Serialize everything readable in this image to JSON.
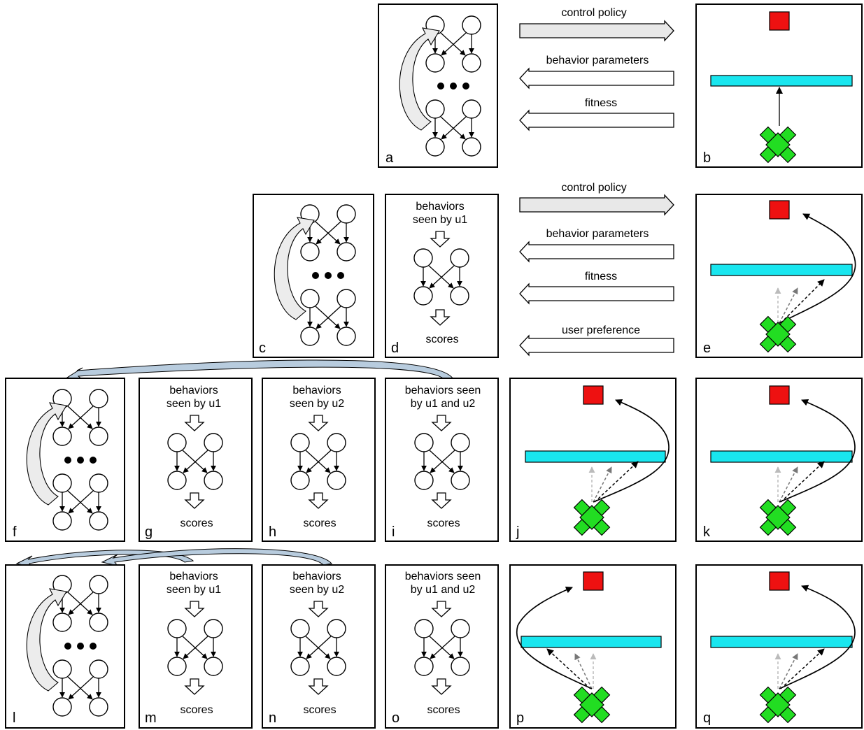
{
  "messages": {
    "control_policy": "control policy",
    "behavior_parameters": "behavior parameters",
    "fitness": "fitness",
    "user_preference": "user preference"
  },
  "eval_texts": {
    "behaviors_seen_by_u1_line1": "behaviors",
    "behaviors_seen_by_u1_line2": "seen by u1",
    "behaviors_seen_by_u2_line1": "behaviors",
    "behaviors_seen_by_u2_line2": "seen by u2",
    "behaviors_seen_both_line1": "behaviors seen",
    "behaviors_seen_both_line2": "by u1 and u2",
    "scores": "scores"
  },
  "panels": {
    "a": "a",
    "b": "b",
    "c": "c",
    "d": "d",
    "e": "e",
    "f": "f",
    "g": "g",
    "h": "h",
    "i": "i",
    "j": "j",
    "k": "k",
    "l": "l",
    "m": "m",
    "n": "n",
    "o": "o",
    "p": "p",
    "q": "q"
  },
  "colors": {
    "wall": "#19e6ef",
    "goal": "#ee1111",
    "robot": "#22dd22",
    "forward_arrow": "#e8e8e8",
    "migration_arrow": "#b8ccde"
  },
  "icons": {
    "neural_network": "neural-network-icon",
    "evolution_loop": "evolution-loop-arrow-icon",
    "robot": "robot-icon",
    "goal": "goal-icon"
  }
}
